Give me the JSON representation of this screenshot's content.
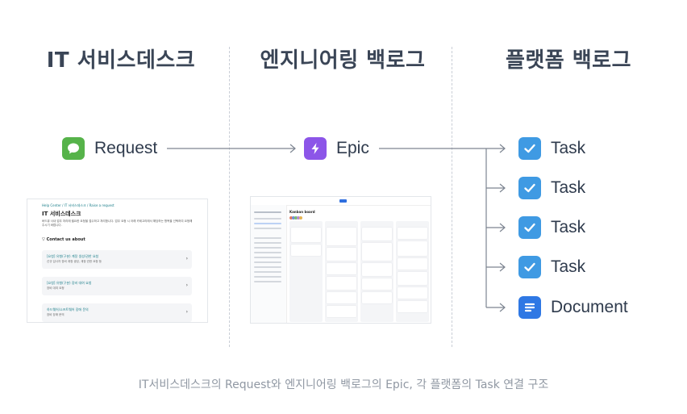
{
  "columns": [
    {
      "title": "IT 서비스데스크"
    },
    {
      "title": "엔지니어링 백로그"
    },
    {
      "title": "플랫폼 백로그"
    }
  ],
  "nodes": {
    "request": {
      "label": "Request",
      "icon": "chat-bubble-icon",
      "color": "#56b34a"
    },
    "epic": {
      "label": "Epic",
      "icon": "lightning-icon",
      "color": "#8c55e8"
    },
    "tasks": [
      {
        "label": "Task",
        "icon": "checkbox-icon",
        "color": "#3f9ae3"
      },
      {
        "label": "Task",
        "icon": "checkbox-icon",
        "color": "#3f9ae3"
      },
      {
        "label": "Task",
        "icon": "checkbox-icon",
        "color": "#3f9ae3"
      },
      {
        "label": "Task",
        "icon": "checkbox-icon",
        "color": "#3f9ae3"
      }
    ],
    "document": {
      "label": "Document",
      "icon": "document-icon",
      "color": "#2f78e4"
    }
  },
  "help_center": {
    "breadcrumb": "Help Center  /  IT 서비스데스크  /  Raise a request",
    "title": "IT 서비스데스크",
    "description": "버드뷰 사내 업무 처리에 필요한 요청을 접수하고 처리합니다. 업무 요청 시 아래 카테고리에서 해당하는 항목을 선택하여 요청해 주시기 바랍니다.",
    "contact_heading": "Contact us about",
    "cards": [
      {
        "title": "[요청] 유형(구분) 계정 생성/권한 요청",
        "subtitle": "신규 입사자 장비 계정 생성, 계정 권한 요청 등"
      },
      {
        "title": "[요청] 유형(구분) 장비 대여 요청",
        "subtitle": "장비 대여 요청"
      },
      {
        "title": "하드웨어/소프트웨어 장애 문의",
        "subtitle": "장비 장애 문의"
      }
    ]
  },
  "board": {
    "title": "Kanban board"
  },
  "caption": "IT서비스데스크의 Request와 엔지니어링 백로그의 Epic, 각 플랫폼의 Task 연결 구조"
}
